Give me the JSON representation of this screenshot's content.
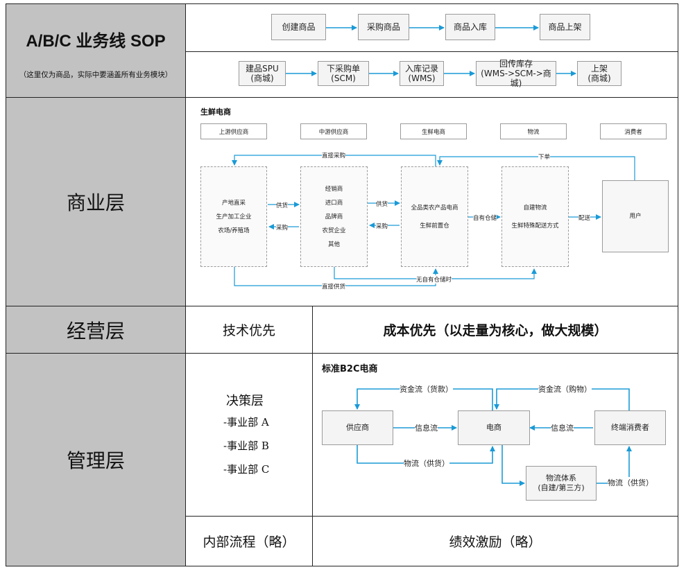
{
  "title": {
    "main": "A/B/C 业务线 SOP",
    "note": "（这里仅为商品，实际中要涵盖所有业务模块）"
  },
  "flow_top": [
    "创建商品",
    "采购商品",
    "商品入库",
    "商品上架"
  ],
  "flow_system": [
    {
      "line1": "建品SPU",
      "line2": "(商城)"
    },
    {
      "line1": "下采购单",
      "line2": "(SCM)"
    },
    {
      "line1": "入库记录",
      "line2": "(WMS)"
    },
    {
      "line1": "回传库存",
      "line2": "(WMS->SCM->商城)"
    },
    {
      "line1": "上架",
      "line2": "(商城)"
    }
  ],
  "layers": {
    "business": "商业层",
    "operation": "经营层",
    "management": "管理层"
  },
  "fresh": {
    "title": "生鲜电商",
    "headers": [
      "上游供应商",
      "中游供应商",
      "生鲜电商",
      "物流",
      "消费者"
    ],
    "upstream": [
      "产地直采",
      "生产加工企业",
      "农场/养殖场"
    ],
    "midstream": [
      "经销商",
      "进口商",
      "品牌商",
      "农贸企业",
      "其他"
    ],
    "platform": [
      "全品类农产品电商",
      "生鲜前置仓"
    ],
    "logistics": [
      "自建物流",
      "生鲜特殊配送方式"
    ],
    "user": "用户",
    "labels": {
      "direct_purchase": "直接采购",
      "order": "下单",
      "supply1": "供货",
      "purchase1": "采购",
      "supply2": "供货",
      "purchase2": "采购",
      "own_warehouse": "自有仓储",
      "delivery": "配送",
      "no_warehouse": "无自有仓储时",
      "direct_supply": "直接供货"
    }
  },
  "operation": {
    "left": "技术优先",
    "right": "成本优先（以走量为核心，做大规模）"
  },
  "management": {
    "decision_title": "决策层",
    "divisions": [
      "-事业部 A",
      "-事业部 B",
      "-事业部 C"
    ],
    "internal_process": "内部流程（略）",
    "performance": "绩效激励（略）"
  },
  "b2c": {
    "title": "标准B2C电商",
    "supplier": "供应商",
    "ecommerce": "电商",
    "consumer": "终端消费者",
    "logistics_line1": "物流体系",
    "logistics_line2": "(自建/第三方)",
    "labels": {
      "cash_goods": "资金流（货款）",
      "cash_buy": "资金流（购物）",
      "info1": "信息流",
      "info2": "信息流",
      "logi_supply1": "物流（供货）",
      "logi_supply2": "物流（供货）"
    }
  },
  "colors": {
    "grey_cell": "#c2c2c2",
    "arrow": "#1a9ad6",
    "border": "#222222"
  }
}
